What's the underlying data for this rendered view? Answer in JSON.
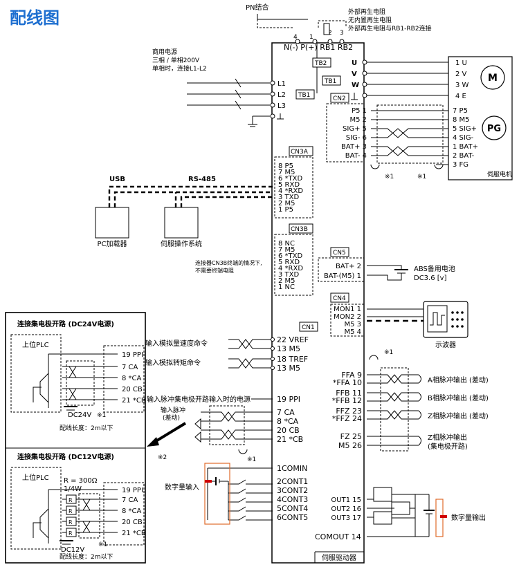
{
  "title": "配线图",
  "top": {
    "pn": "PN结合",
    "term_nums": [
      "4",
      "1",
      "2",
      "3"
    ],
    "term_labels": "N(-) P(+) RB1 RB2",
    "regen1": "外部再生电阻",
    "regen2": "无内置再生电阻",
    "regen3": "外部再生电阻与RB1-RB2连接"
  },
  "power": {
    "line1": "商用电源",
    "line2": "三相 / 单相200V",
    "line3": "单相时，连接L1-L2"
  },
  "drive": {
    "tb2": "TB2",
    "tb1": "TB1",
    "tb1_left": "TB1",
    "cn2": "CN2",
    "cn3a": "CN3A",
    "cn3b": "CN3B",
    "cn5": "CN5",
    "cn4": "CN4",
    "cn1": "CN1",
    "name": "伺服驱动器",
    "l_terms": [
      "L1",
      "L2",
      "L3"
    ],
    "uvw": [
      "U",
      "V",
      "W"
    ]
  },
  "motor": {
    "pins": [
      "1 U",
      "2 V",
      "3 W",
      "4 E"
    ],
    "m": "M",
    "pg": "PG",
    "pg_pins": [
      "7 P5",
      "8 M5",
      "5 SIG+",
      "4 SIG-",
      "1 BAT+",
      "2 BAT-",
      "3 FG"
    ],
    "name": "伺服电机"
  },
  "cn2_pins": [
    "P5  1",
    "M5  2",
    "SIG+  5",
    "SIG-  6",
    "BAT+  3",
    "BAT-  4"
  ],
  "note1": "※1",
  "note2": "※2",
  "cn3a_pins": [
    "8  P5",
    "7  M5",
    "6 *TXD",
    "5  RXD",
    "4 *RXD",
    "3  TXD",
    "2  M5",
    "1  P5"
  ],
  "cn3b_pins": [
    "8  NC",
    "7  M5",
    "6 *TXD",
    "5  RXD",
    "4 *RXD",
    "3  TXD",
    "2  M5",
    "1  NC"
  ],
  "cn3b_note": [
    "连接器CN3B终端的情况下,",
    "不需要终端电阻"
  ],
  "usb": "USB",
  "rs485": "RS-485",
  "pc": "PC加载器",
  "opsys": "伺服操作系统",
  "cn5_pins": [
    "BAT+  2",
    "BAT-(M5)  1"
  ],
  "battery": [
    "ABS备用电池",
    "DC3.6 [v]"
  ],
  "cn4_pins": [
    "MON1  1",
    "MON2  2",
    "M5  3",
    "M5  4"
  ],
  "scope": "示波器",
  "cn1_left": [
    "22  VREF",
    "13  M5",
    "18  TREF",
    "13  M5",
    "19  PPI",
    "7   CA",
    "8   *CA",
    "20   CB",
    "21   *CB",
    "1COMIN",
    "2CONT1",
    "3CONT2",
    "4CONT3",
    "5CONT4",
    "6CONT5",
    "COMOUT  14"
  ],
  "analog_speed": "输入模拟量速度命令",
  "analog_torque": "输入模拟转矩命令",
  "pulse_power": "输入脉冲集电极开路输入时的电源",
  "pulse_in": [
    "输入脉冲",
    "(差动)"
  ],
  "digital_in": "数字量输入",
  "digital_out": "数字量输出",
  "cn1_right": [
    "FFA  9",
    "*FFA  10",
    "FFB  11",
    "*FFB  12",
    "FFZ  23",
    "*FFZ  24",
    "FZ  25",
    "M5  26"
  ],
  "pulse_out": [
    "A相脉冲输出 (差动)",
    "B相脉冲输出 (差动)",
    "Z相脉冲输出 (差动)",
    "Z相脉冲输出",
    "(集电极开路)"
  ],
  "outs": [
    "OUT1  15",
    "OUT2  16",
    "OUT3  17"
  ],
  "box24": {
    "title": "连接集电极开路 (DC24V电源)",
    "plc": "上位PLC",
    "pins": [
      "19  PPI",
      "7  CA",
      "8  *CA",
      "20  CB",
      "21  *CB"
    ],
    "dc": "DC24V",
    "note": "※1",
    "len": "配线长度：2m以下"
  },
  "box12": {
    "title": "连接集电极开路 (DC12V电源)",
    "plc": "上位PLC",
    "r": "R = 300Ω",
    "w": "1/4W",
    "rlabel": "R",
    "pins": [
      "19  PPI",
      "7  CA",
      "8  *CA",
      "20  CB",
      "21  *CB"
    ],
    "dc": "DC12V",
    "note": "※1",
    "len": "配线长度：2m以下"
  }
}
